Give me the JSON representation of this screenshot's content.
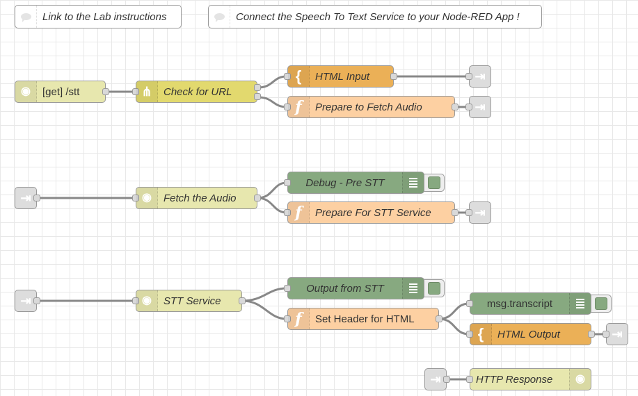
{
  "comments": [
    {
      "label": "Link to the Lab instructions"
    },
    {
      "label": "Connect the Speech To Text Service to your Node-RED App !"
    }
  ],
  "flow1": {
    "http_in": "[get] /stt",
    "switch": "Check for URL",
    "html_input": "HTML Input",
    "prepare_fetch": "Prepare to Fetch Audio"
  },
  "flow2": {
    "fetch": "Fetch the Audio",
    "debug_pre": "Debug - Pre STT",
    "prepare_stt": "Prepare For STT Service"
  },
  "flow3": {
    "stt": "STT Service",
    "output_stt": "Output from STT",
    "set_header": "Set Header for HTML",
    "transcript": "msg.transcript",
    "html_output": "HTML Output"
  },
  "flow4": {
    "http_response": "HTTP Response"
  },
  "icons": {
    "comment": "comment-icon",
    "http": "globe-icon",
    "switch": "switch-icon",
    "template": "template-icon",
    "function": "function-icon",
    "debug": "debug-icon",
    "link": "link-icon"
  },
  "colors": {
    "http": "#e7e7ae",
    "switch": "#e2d96e",
    "template": "#ebb057",
    "function": "#fdd0a2",
    "debug": "#87a980",
    "link": "#dddddd",
    "wire": "#888888"
  }
}
